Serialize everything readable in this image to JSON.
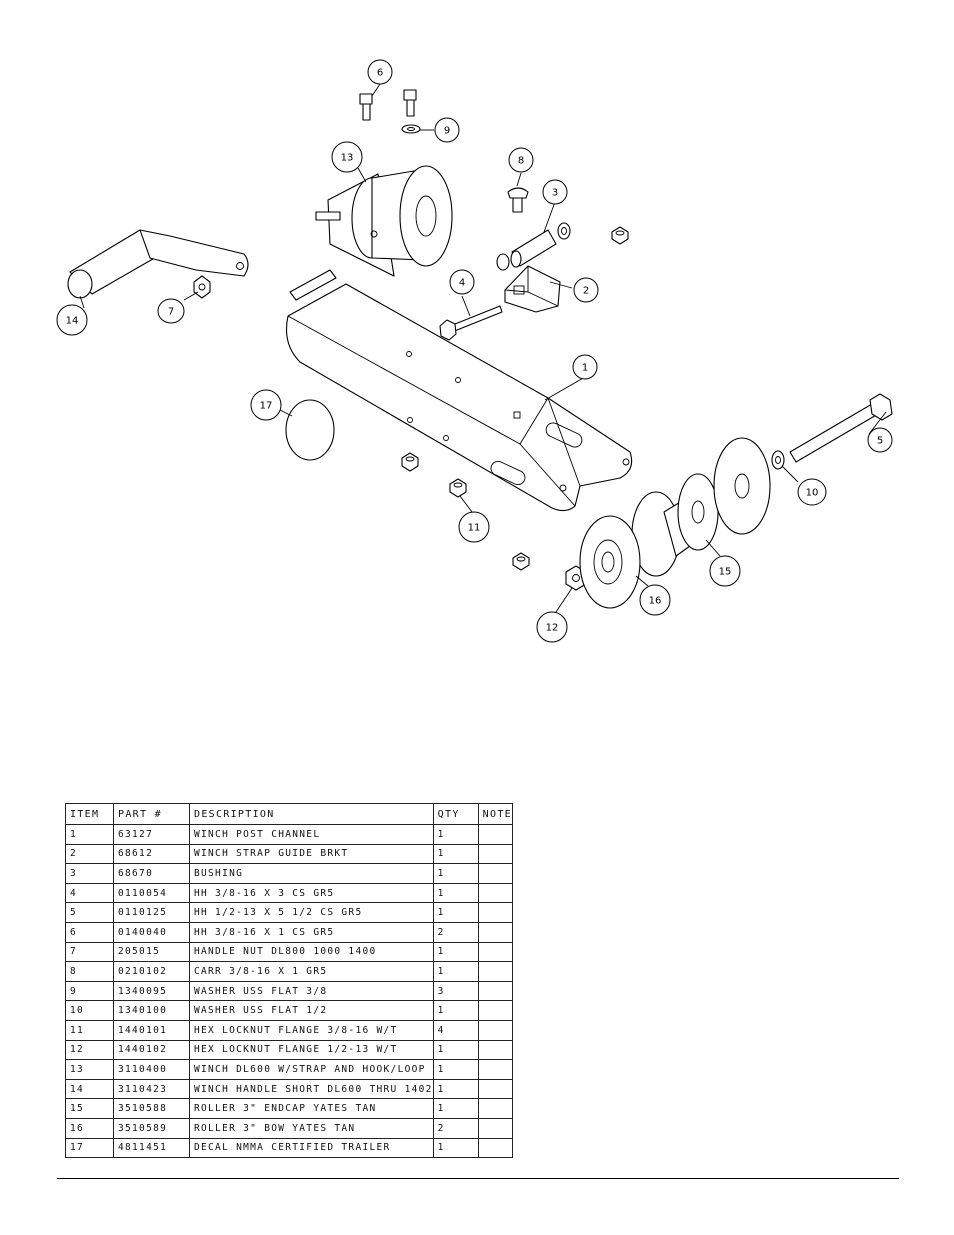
{
  "callouts": [
    {
      "label": "1"
    },
    {
      "label": "2"
    },
    {
      "label": "3"
    },
    {
      "label": "4"
    },
    {
      "label": "5"
    },
    {
      "label": "6"
    },
    {
      "label": "7"
    },
    {
      "label": "8"
    },
    {
      "label": "9"
    },
    {
      "label": "10"
    },
    {
      "label": "11"
    },
    {
      "label": "12"
    },
    {
      "label": "13"
    },
    {
      "label": "14"
    },
    {
      "label": "15"
    },
    {
      "label": "16"
    },
    {
      "label": "17"
    }
  ],
  "table": {
    "headers": {
      "item": "ITEM",
      "part": "PART #",
      "description": "DESCRIPTION",
      "qty": "QTY",
      "note": "NOTE"
    },
    "rows": [
      {
        "item": "1",
        "part": "63127",
        "description": "WINCH POST CHANNEL",
        "qty": "1",
        "note": ""
      },
      {
        "item": "2",
        "part": "68612",
        "description": "WINCH STRAP GUIDE BRKT",
        "qty": "1",
        "note": ""
      },
      {
        "item": "3",
        "part": "68670",
        "description": "BUSHING",
        "qty": "1",
        "note": ""
      },
      {
        "item": "4",
        "part": "0110054",
        "description": "HH 3/8-16 X 3 CS GR5",
        "qty": "1",
        "note": ""
      },
      {
        "item": "5",
        "part": "0110125",
        "description": "HH 1/2-13 X 5 1/2 CS GR5",
        "qty": "1",
        "note": ""
      },
      {
        "item": "6",
        "part": "0140040",
        "description": "HH 3/8-16 X 1 CS GR5",
        "qty": "2",
        "note": ""
      },
      {
        "item": "7",
        "part": "205015",
        "description": "HANDLE NUT DL800 1000 1400",
        "qty": "1",
        "note": ""
      },
      {
        "item": "8",
        "part": "0210102",
        "description": "CARR 3/8-16 X 1 GR5",
        "qty": "1",
        "note": ""
      },
      {
        "item": "9",
        "part": "1340095",
        "description": "WASHER USS FLAT 3/8",
        "qty": "3",
        "note": ""
      },
      {
        "item": "10",
        "part": "1340100",
        "description": "WASHER USS FLAT 1/2",
        "qty": "1",
        "note": ""
      },
      {
        "item": "11",
        "part": "1440101",
        "description": "HEX LOCKNUT FLANGE 3/8-16 W/T",
        "qty": "4",
        "note": ""
      },
      {
        "item": "12",
        "part": "1440102",
        "description": "HEX LOCKNUT FLANGE 1/2-13 W/T",
        "qty": "1",
        "note": ""
      },
      {
        "item": "13",
        "part": "3110400",
        "description": "WINCH DL600 W/STRAP AND HOOK/LOOP",
        "qty": "1",
        "note": ""
      },
      {
        "item": "14",
        "part": "3110423",
        "description": "WINCH HANDLE SHORT DL600 THRU 1402",
        "qty": "1",
        "note": ""
      },
      {
        "item": "15",
        "part": "3510588",
        "description": "ROLLER 3\" ENDCAP YATES TAN",
        "qty": "1",
        "note": ""
      },
      {
        "item": "16",
        "part": "3510589",
        "description": "ROLLER 3\" BOW YATES TAN",
        "qty": "2",
        "note": ""
      },
      {
        "item": "17",
        "part": "4811451",
        "description": " DECAL NMMA CERTIFIED TRAILER",
        "qty": "1",
        "note": ""
      }
    ]
  }
}
